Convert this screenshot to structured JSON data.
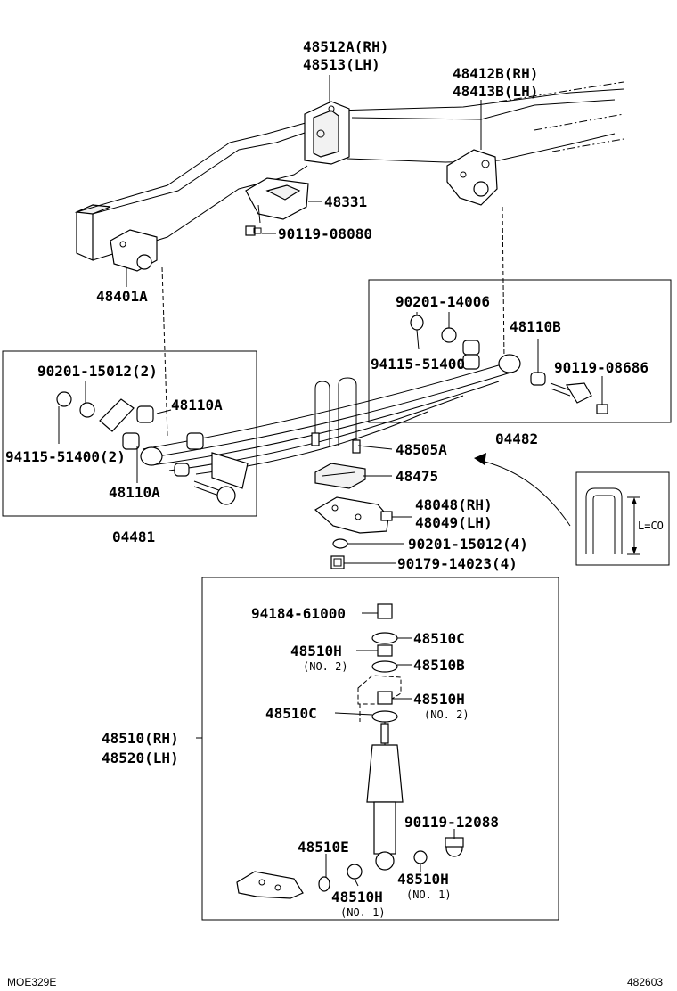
{
  "labels": {
    "bracket_front": {
      "rh": "48512A(RH)",
      "lh": "48513(LH)"
    },
    "bracket_rear": {
      "rh": "48412B(RH)",
      "lh": "48413B(LH)"
    },
    "part_48331": "48331",
    "bolt_90119_08080": "90119-08080",
    "part_48401A": "48401A",
    "kit_right": {
      "nut": "90201-14006",
      "bushing": "48110B",
      "washer": "94115-51400",
      "bolt": "90119-08686",
      "kit_number": "04482"
    },
    "kit_left": {
      "nut": "90201-15012(2)",
      "bushing_upper": "48110A",
      "washer": "94115-51400(2)",
      "bushing_lower": "48110A",
      "kit_number": "04481"
    },
    "u_bolt": "48505A",
    "pad": "48475",
    "seat": {
      "rh": "48048(RH)",
      "lh": "48049(LH)"
    },
    "washer_4": "90201-15012(4)",
    "nut_4": "90179-14023(4)",
    "inset_length_label": "L=CO",
    "shock_kit": {
      "nut_top": "94184-61000",
      "retainer_c_top": "48510C",
      "cushion_h_top": "48510H",
      "cushion_h_top_note": "(NO. 2)",
      "retainer_b": "48510B",
      "cushion_h_mid": "48510H",
      "cushion_h_mid_note": "(NO. 2)",
      "retainer_c_mid": "48510C",
      "absorber_rh": "48510(RH)",
      "absorber_lh": "48520(LH)",
      "bolt": "90119-12088",
      "washer_e": "48510E",
      "cushion_h_bottom_right": "48510H",
      "cushion_h_bottom_right_note": "(NO. 1)",
      "cushion_h_bottom_left": "48510H",
      "cushion_h_bottom_left_note": "(NO. 1)"
    }
  },
  "footer": {
    "left_code": "MOE329E",
    "right_code": "482603"
  },
  "icons": [
    "frame-rail-drawing",
    "leaf-spring-drawing",
    "shock-absorber-drawing",
    "u-bolt-inset-drawing"
  ]
}
